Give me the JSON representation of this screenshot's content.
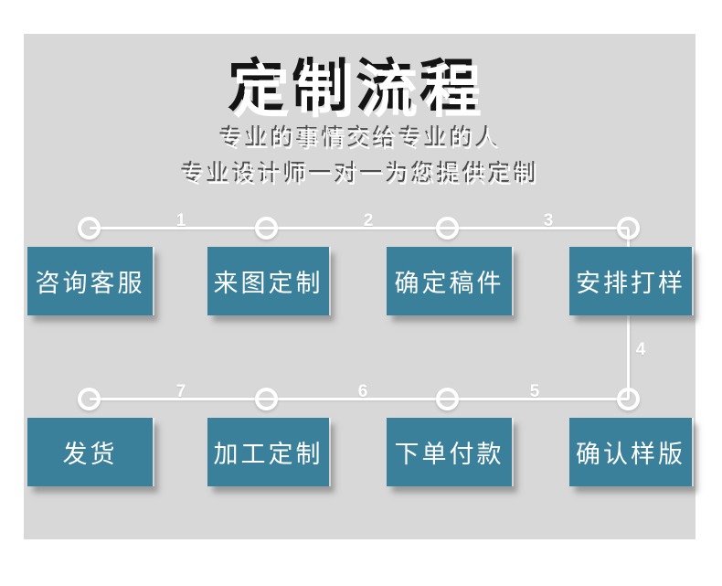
{
  "colors": {
    "page_bg": "#ffffff",
    "panel_bg": "#d8d8d8",
    "accent_teal": "#3b809a",
    "connector_white": "#ffffff",
    "title_fill": "#ffffff",
    "title_shadow": "#141414"
  },
  "header": {
    "title": "定制流程",
    "subtitle_line1": "专业的事情交给专业的人",
    "subtitle_line2": "专业设计师一对一为您提供定制"
  },
  "flow": {
    "top_steps": [
      "咨询客服",
      "来图定制",
      "确定稿件",
      "安排打样"
    ],
    "bottom_steps": [
      "发货",
      "加工定制",
      "下单付款",
      "确认样版"
    ],
    "top_segment_numbers": [
      "1",
      "2",
      "3"
    ],
    "right_segment_number": "4",
    "bottom_segment_numbers_display": [
      "7",
      "6",
      "5"
    ]
  }
}
